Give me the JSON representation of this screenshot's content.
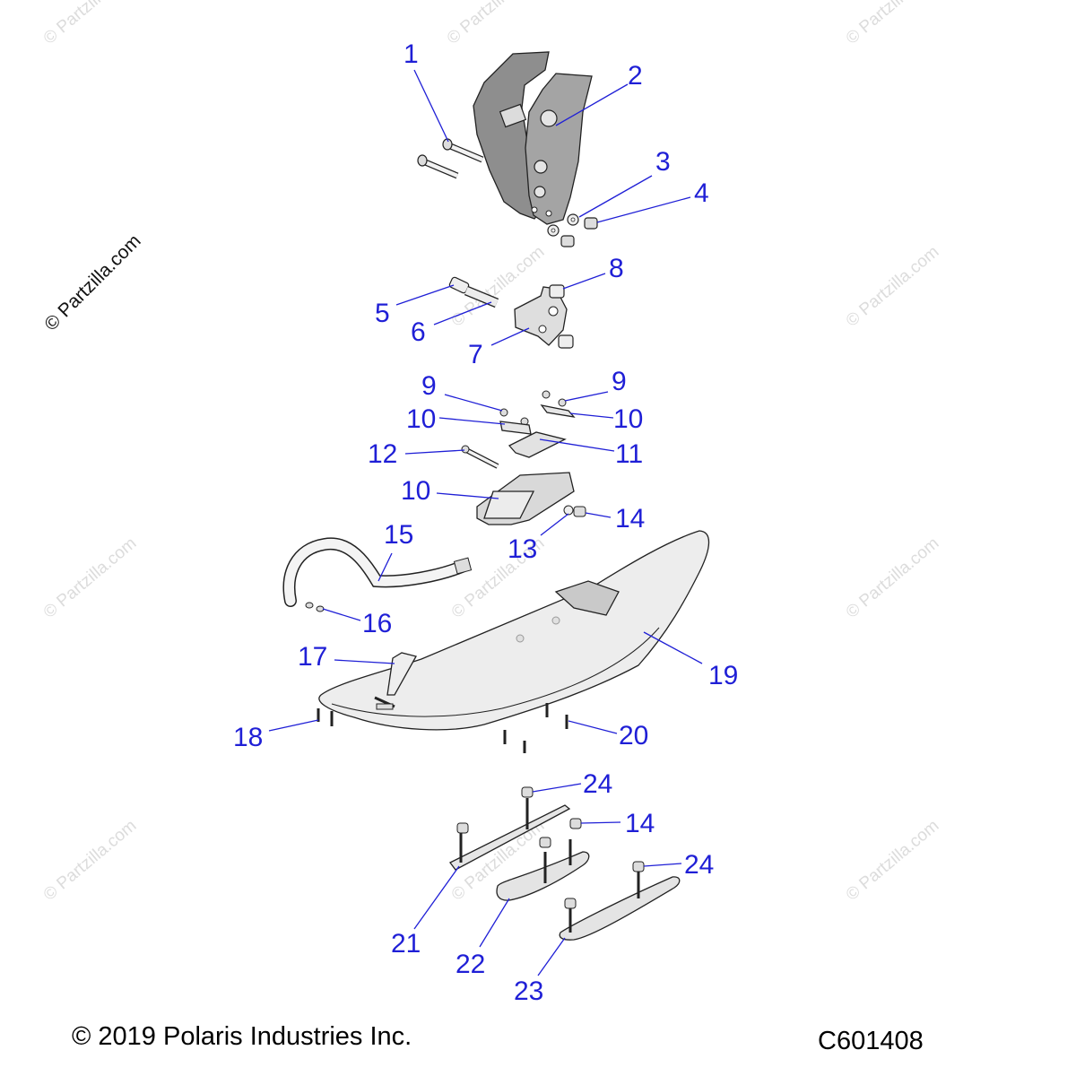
{
  "watermark": {
    "main": "© Partzilla.com",
    "faint": "© Partzilla.com"
  },
  "callouts": [
    "1",
    "2",
    "3",
    "4",
    "5",
    "6",
    "7",
    "8",
    "9",
    "9",
    "10",
    "10",
    "11",
    "12",
    "10",
    "14",
    "13",
    "15",
    "16",
    "17",
    "19",
    "18",
    "20",
    "24",
    "14",
    "24",
    "21",
    "22",
    "23"
  ],
  "footer": {
    "copyright": "© 2019 Polaris Industries Inc.",
    "code": "C601408"
  },
  "colors": {
    "callout": "#1f1fd6",
    "part_outline": "#222222",
    "bracket_fill": "#9a9a9a",
    "ski_fill": "#ececec",
    "watermark": "#dcdcdc"
  }
}
